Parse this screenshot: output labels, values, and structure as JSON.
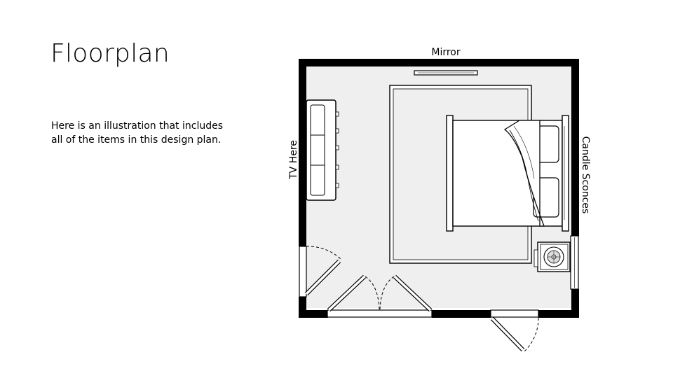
{
  "slide": {
    "title": "Floorplan",
    "body": "Here is an illustration that includes all of the items in this design plan."
  },
  "floorplan": {
    "labels": {
      "mirror": "Mirror",
      "tv": "TV Here",
      "sconces": "Candle Sconces"
    },
    "colors": {
      "wall": "#000000",
      "floor": "#efefef",
      "furniture": "#ffffff",
      "outline": "#000000"
    }
  }
}
